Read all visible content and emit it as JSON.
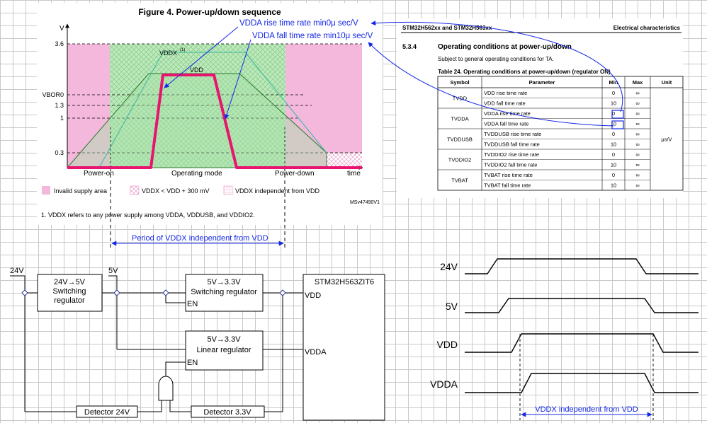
{
  "figure": {
    "title": "Figure 4. Power-up/down sequence",
    "y_label": "V",
    "y_ticks": [
      "3.6",
      "VBOR0",
      "1.3",
      "1",
      "0.3"
    ],
    "x_label": "time",
    "phase_power_on": "Power-on",
    "phase_operating": "Operating mode",
    "phase_power_down": "Power-down",
    "vddx_label": "VDDX",
    "vddx_sup": "(1)",
    "vdd_label": "VDD",
    "legend_invalid": "Invalid supply area",
    "legend_lt": "VDDX < VDD + 300 mV",
    "legend_indep": "VDDX independent from VDD",
    "code": "MSv47490V1",
    "footnote": "1.   VDDX refers to any power supply among VDDA, VDDUSB, and VDDIO2."
  },
  "annotations": {
    "rise": "VDDA rise time rate min0μ sec/V",
    "fall": "VDDA fall time rate min10μ sec/V",
    "period": "Period of VDDX independent from VDD"
  },
  "datasheet": {
    "header_left": "STM32H562xx and STM32H563xx",
    "header_right": "Electrical characteristics",
    "section_num": "5.3.4",
    "section_title": "Operating conditions at power-up/down",
    "intro": "Subject to general operating conditions for TA.",
    "table_title": "Table 24. Operating conditions at power-up/down (regulator ON)",
    "columns": [
      "Symbol",
      "Parameter",
      "Min",
      "Max",
      "Unit"
    ],
    "unit": "μs/V",
    "groups": [
      {
        "symbol": "TVDD",
        "rows": [
          [
            "VDD rise time rate",
            "0",
            "∞"
          ],
          [
            "VDD fall time rate",
            "10",
            "∞"
          ]
        ]
      },
      {
        "symbol": "TVDDA",
        "rows": [
          [
            "VDDA rise time rate",
            "0",
            "∞"
          ],
          [
            "VDDA fall time rate",
            "10",
            "∞"
          ]
        ]
      },
      {
        "symbol": "TVDDUSB",
        "rows": [
          [
            "TVDDUSB rise time rate",
            "0",
            "∞"
          ],
          [
            "TVDDUSB fall time rate",
            "10",
            "∞"
          ]
        ]
      },
      {
        "symbol": "TVDDIO2",
        "rows": [
          [
            "TVDDIO2 rise time rate",
            "0",
            "∞"
          ],
          [
            "TVDDIO2 fall time rate",
            "10",
            "∞"
          ]
        ]
      },
      {
        "symbol": "TVBAT",
        "rows": [
          [
            "TVBAT rise time rate",
            "0",
            "∞"
          ],
          [
            "TVBAT fall time rate",
            "10",
            "∞"
          ]
        ]
      }
    ]
  },
  "circuit": {
    "rail_24v": "24V",
    "rail_5v": "5V",
    "sw1_l1": "24V→5V",
    "sw1_l2": "Switching",
    "sw1_l3": "regulator",
    "sw2_l1": "5V→3.3V",
    "sw2_l2": "Switching regulator",
    "sw2_en": "EN",
    "lin_l1": "5V→3.3V",
    "lin_l2": "Linear regulator",
    "lin_en": "EN",
    "mcu": "STM32H563ZIT6",
    "mcu_vdd": "VDD",
    "mcu_vdda": "VDDA",
    "det24": "Detector 24V",
    "det33": "Detector 3.3V"
  },
  "timing": {
    "signals": [
      "24V",
      "5V",
      "VDD",
      "VDDA"
    ],
    "span_label": "VDDX independent from VDD"
  },
  "colors": {
    "invalid": "#f3b8dc",
    "valid_green": "#b4e7b4",
    "vdd_curve": "#e8146f",
    "annot_blue": "#1428e6"
  }
}
